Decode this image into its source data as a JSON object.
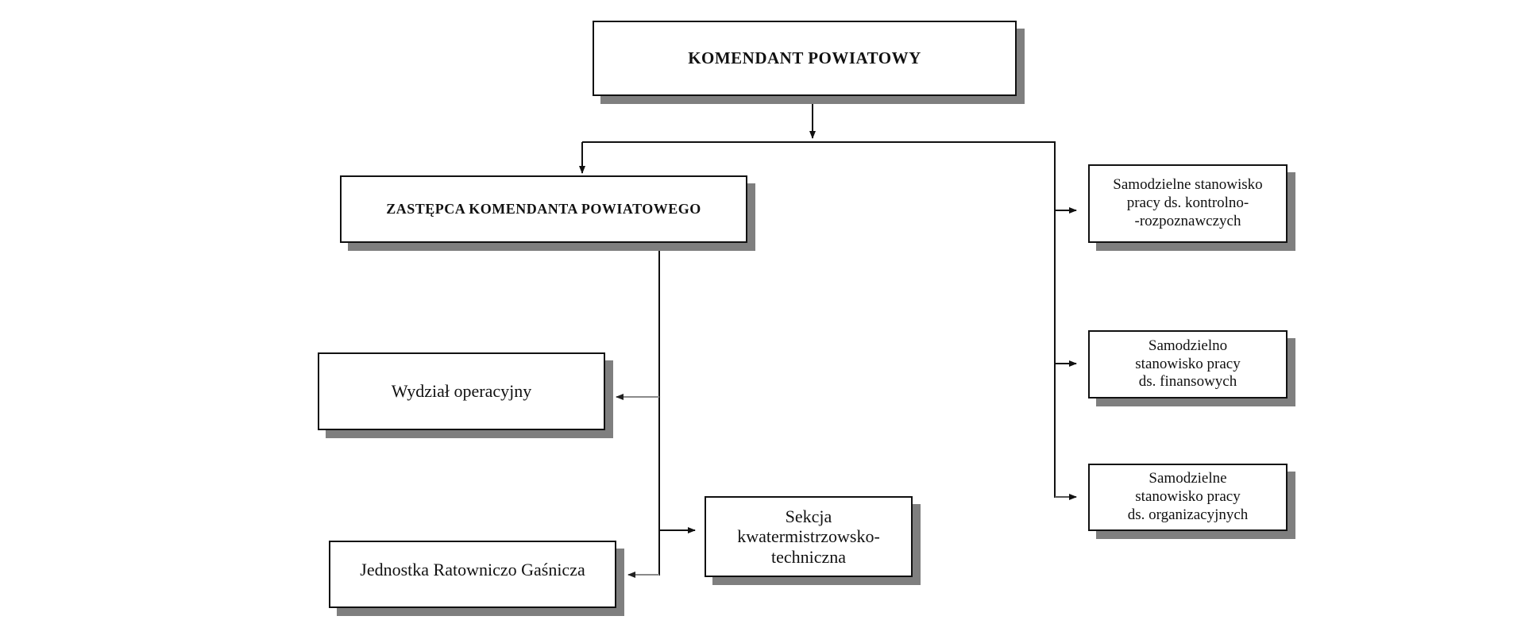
{
  "diagram": {
    "type": "organizational-chart",
    "nodes": {
      "komendant": {
        "label": "KOMENDANT  POWIATOWY"
      },
      "zastepca": {
        "label": "ZASTĘPCA KOMENDANTA  POWIATOWEGO"
      },
      "wydzial_operacyjny": {
        "label": "Wydział operacyjny"
      },
      "jednostka_rg": {
        "label": "Jednostka Ratowniczo Gaśnicza"
      },
      "sekcja_kt": {
        "label": "Sekcja\nkwatermistrzowsko-\ntechniczna"
      },
      "ss_kontrolno": {
        "label": "Samodzielne stanowisko\npracy ds. kontrolno-\n-rozpoznawczych"
      },
      "ss_finansowe": {
        "label": "Samodzielno\nstanowisko pracy\nds. finansowych"
      },
      "ss_organizacyjne": {
        "label": "Samodzielne\nstanowisko pracy\nds. organizacyjnych"
      }
    },
    "edges": [
      {
        "from": "komendant",
        "to": "zastepca"
      },
      {
        "from": "komendant",
        "to": "ss_kontrolno"
      },
      {
        "from": "komendant",
        "to": "ss_finansowe"
      },
      {
        "from": "komendant",
        "to": "ss_organizacyjne"
      },
      {
        "from": "zastepca",
        "to": "wydzial_operacyjny"
      },
      {
        "from": "zastepca",
        "to": "sekcja_kt"
      },
      {
        "from": "zastepca",
        "to": "jednostka_rg"
      }
    ],
    "colors": {
      "line": "#111111",
      "line_faded": "#8a8a8a",
      "shadow": "#7f7f7f",
      "box_fill": "#ffffff",
      "background": "#ffffff"
    }
  }
}
